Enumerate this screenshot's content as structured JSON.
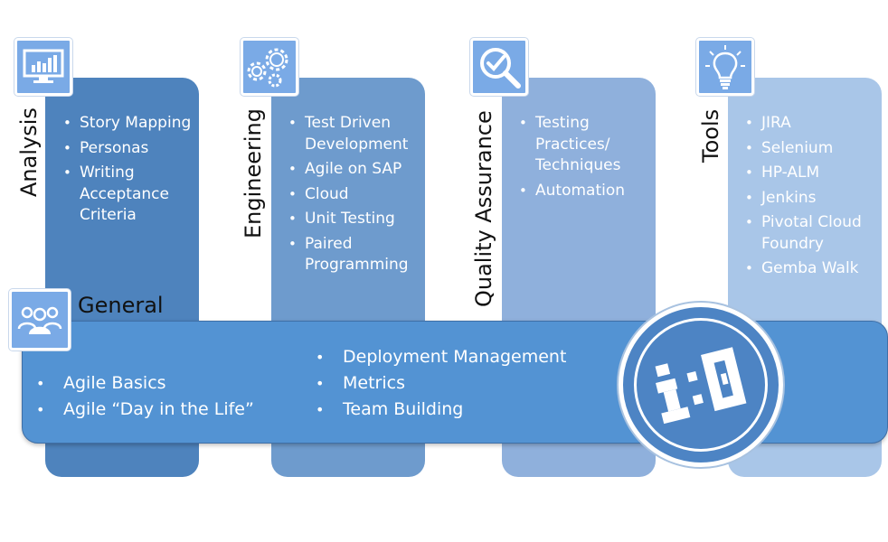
{
  "columns": [
    {
      "key": "analysis",
      "title": "Analysis",
      "icon": "bar-chart-monitor-icon",
      "items": [
        "Story Mapping",
        "Personas",
        "Writing Acceptance Criteria"
      ]
    },
    {
      "key": "engineering",
      "title": "Engineering",
      "icon": "gears-icon",
      "items": [
        "Test Driven Development",
        "Agile on SAP",
        "Cloud",
        "Unit Testing",
        "Paired Programming"
      ]
    },
    {
      "key": "qa",
      "title": "Quality Assurance",
      "icon": "magnifier-check-icon",
      "items": [
        "Testing Practices/ Techniques",
        "Automation"
      ]
    },
    {
      "key": "tools",
      "title": "Tools",
      "icon": "lightbulb-icon",
      "items": [
        "JIRA",
        "Selenium",
        "HP-ALM",
        "Jenkins",
        "Pivotal Cloud Foundry",
        "Gemba Walk"
      ]
    }
  ],
  "general": {
    "title": "General",
    "icon": "people-group-icon",
    "left_items": [
      "Agile Basics",
      "Agile “Day in the Life”"
    ],
    "right_items": [
      "Deployment Management",
      "Metrics",
      "Team Building"
    ]
  },
  "logo": {
    "text": "i:O",
    "icon": "io-logo-icon"
  },
  "colors": {
    "analysis": "#4e83bd",
    "engineering": "#6e9bcd",
    "qa": "#8fb0dc",
    "tools": "#a9c6e8",
    "band": "#5393d3",
    "icon_bg": "#7aaae6"
  }
}
